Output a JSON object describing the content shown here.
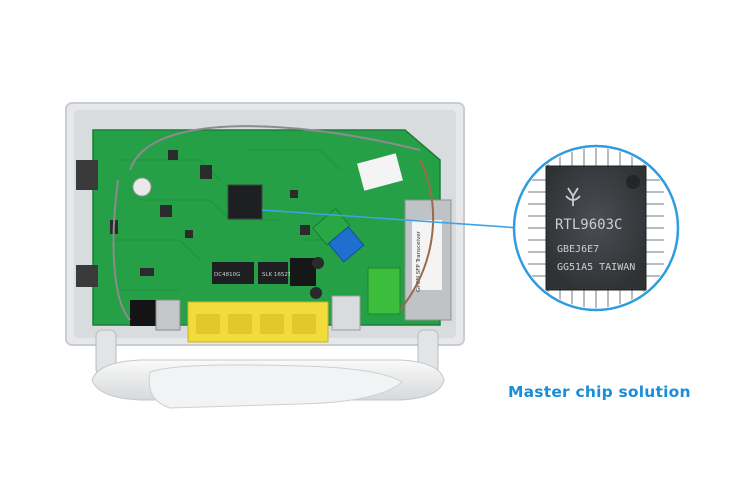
{
  "caption": "Master chip solution",
  "chip": {
    "line1": "RTL9603C",
    "line2": "GBEJ6E7",
    "line3": "GG51A5 TAIWAN"
  },
  "board_labels": {
    "ic_label_1": "SLK 1652T",
    "ic_label_2": "DC4810G",
    "module_label": "GPON SFP Transceiver"
  },
  "colors": {
    "accent": "#1a8fd8",
    "pcb": "#25a046",
    "enclosure": "#e6e8ea",
    "chip": "#3a3d40"
  }
}
